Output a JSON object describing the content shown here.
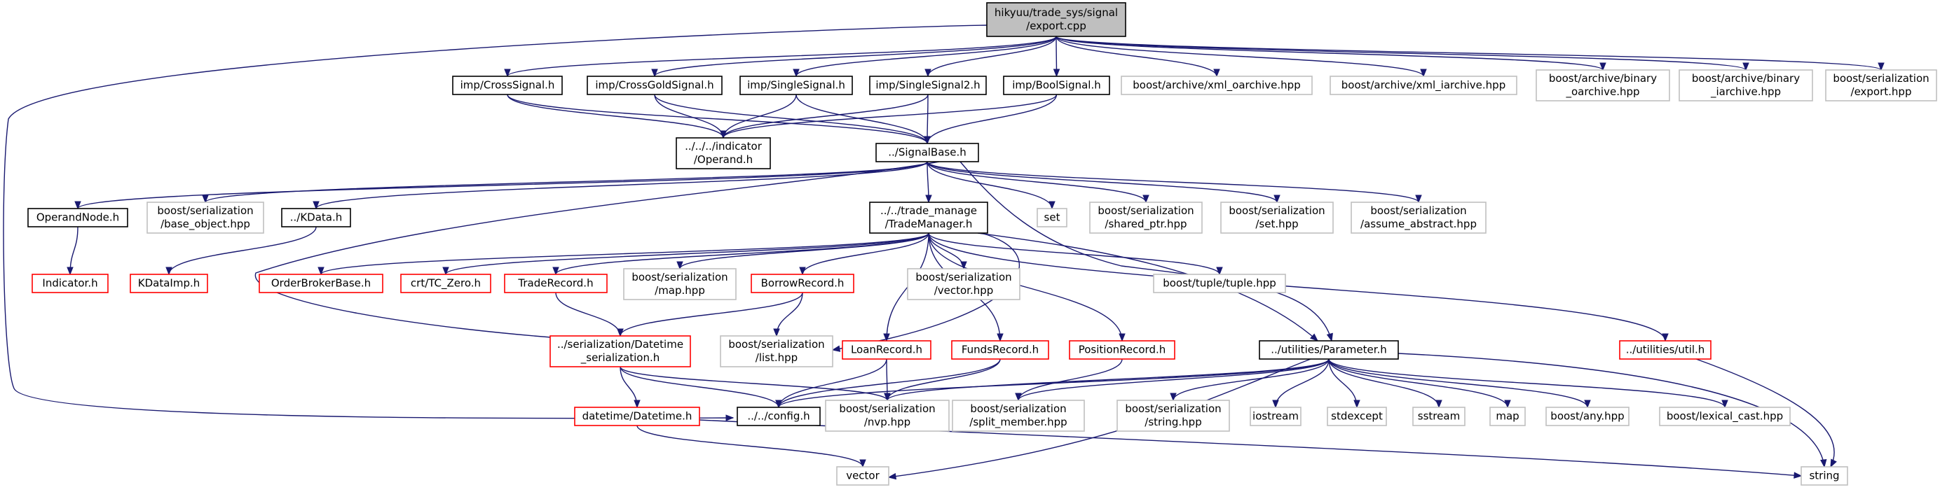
{
  "colors": {
    "edge": "#191970",
    "current_fill": "#bfbfbf",
    "internal": "#000000",
    "missing": "#ff0000",
    "external": "#bfbfbf"
  },
  "nodes": [
    {
      "id": "export",
      "lines": [
        "hikyuu/trade_sys/signal",
        "/export.cpp"
      ],
      "kind": "current"
    },
    {
      "id": "cross",
      "lines": [
        "imp/CrossSignal.h"
      ],
      "kind": "internal"
    },
    {
      "id": "crossgold",
      "lines": [
        "imp/CrossGoldSignal.h"
      ],
      "kind": "internal"
    },
    {
      "id": "single",
      "lines": [
        "imp/SingleSignal.h"
      ],
      "kind": "internal"
    },
    {
      "id": "single2",
      "lines": [
        "imp/SingleSignal2.h"
      ],
      "kind": "internal"
    },
    {
      "id": "bool",
      "lines": [
        "imp/BoolSignal.h"
      ],
      "kind": "internal"
    },
    {
      "id": "xmloar",
      "lines": [
        "boost/archive/xml_oarchive.hpp"
      ],
      "kind": "external"
    },
    {
      "id": "xmliar",
      "lines": [
        "boost/archive/xml_iarchive.hpp"
      ],
      "kind": "external"
    },
    {
      "id": "binoar",
      "lines": [
        "boost/archive/binary",
        "_oarchive.hpp"
      ],
      "kind": "external"
    },
    {
      "id": "biniar",
      "lines": [
        "boost/archive/binary",
        "_iarchive.hpp"
      ],
      "kind": "external"
    },
    {
      "id": "serexport",
      "lines": [
        "boost/serialization",
        "/export.hpp"
      ],
      "kind": "external"
    },
    {
      "id": "operand",
      "lines": [
        "../../../indicator",
        "/Operand.h"
      ],
      "kind": "internal"
    },
    {
      "id": "sigbase",
      "lines": [
        "../SignalBase.h"
      ],
      "kind": "internal"
    },
    {
      "id": "operandnode",
      "lines": [
        "OperandNode.h"
      ],
      "kind": "internal"
    },
    {
      "id": "baseobj",
      "lines": [
        "boost/serialization",
        "/base_object.hpp"
      ],
      "kind": "external"
    },
    {
      "id": "kdata",
      "lines": [
        "../KData.h"
      ],
      "kind": "internal"
    },
    {
      "id": "trademgr",
      "lines": [
        "../../trade_manage",
        "/TradeManager.h"
      ],
      "kind": "internal"
    },
    {
      "id": "set",
      "lines": [
        "set"
      ],
      "kind": "external"
    },
    {
      "id": "sharedptr",
      "lines": [
        "boost/serialization",
        "/shared_ptr.hpp"
      ],
      "kind": "external"
    },
    {
      "id": "serset",
      "lines": [
        "boost/serialization",
        "/set.hpp"
      ],
      "kind": "external"
    },
    {
      "id": "assumeabs",
      "lines": [
        "boost/serialization",
        "/assume_abstract.hpp"
      ],
      "kind": "external"
    },
    {
      "id": "indicator",
      "lines": [
        "Indicator.h"
      ],
      "kind": "missing"
    },
    {
      "id": "kdataimp",
      "lines": [
        "KDataImp.h"
      ],
      "kind": "missing"
    },
    {
      "id": "orderbroker",
      "lines": [
        "OrderBrokerBase.h"
      ],
      "kind": "missing"
    },
    {
      "id": "tczero",
      "lines": [
        "crt/TC_Zero.h"
      ],
      "kind": "missing"
    },
    {
      "id": "traderecord",
      "lines": [
        "TradeRecord.h"
      ],
      "kind": "missing"
    },
    {
      "id": "sermap",
      "lines": [
        "boost/serialization",
        "/map.hpp"
      ],
      "kind": "external"
    },
    {
      "id": "borrowrecord",
      "lines": [
        "BorrowRecord.h"
      ],
      "kind": "missing"
    },
    {
      "id": "servector",
      "lines": [
        "boost/serialization",
        "/vector.hpp"
      ],
      "kind": "external"
    },
    {
      "id": "tuple",
      "lines": [
        "boost/tuple/tuple.hpp"
      ],
      "kind": "external"
    },
    {
      "id": "datetimeser",
      "lines": [
        "../serialization/Datetime",
        "_serialization.h"
      ],
      "kind": "missing"
    },
    {
      "id": "serlist",
      "lines": [
        "boost/serialization",
        "/list.hpp"
      ],
      "kind": "external"
    },
    {
      "id": "loanrecord",
      "lines": [
        "LoanRecord.h"
      ],
      "kind": "missing"
    },
    {
      "id": "fundsrecord",
      "lines": [
        "FundsRecord.h"
      ],
      "kind": "missing"
    },
    {
      "id": "positionrecord",
      "lines": [
        "PositionRecord.h"
      ],
      "kind": "missing"
    },
    {
      "id": "parameter",
      "lines": [
        "../utilities/Parameter.h"
      ],
      "kind": "internal"
    },
    {
      "id": "utilh",
      "lines": [
        "../utilities/util.h"
      ],
      "kind": "missing"
    },
    {
      "id": "datetimeh",
      "lines": [
        "datetime/Datetime.h"
      ],
      "kind": "missing"
    },
    {
      "id": "config",
      "lines": [
        "../../config.h"
      ],
      "kind": "internal"
    },
    {
      "id": "nvp",
      "lines": [
        "boost/serialization",
        "/nvp.hpp"
      ],
      "kind": "external"
    },
    {
      "id": "splitmember",
      "lines": [
        "boost/serialization",
        "/split_member.hpp"
      ],
      "kind": "external"
    },
    {
      "id": "serstring",
      "lines": [
        "boost/serialization",
        "/string.hpp"
      ],
      "kind": "external"
    },
    {
      "id": "iostream",
      "lines": [
        "iostream"
      ],
      "kind": "external"
    },
    {
      "id": "stdexcept",
      "lines": [
        "stdexcept"
      ],
      "kind": "external"
    },
    {
      "id": "sstream",
      "lines": [
        "sstream"
      ],
      "kind": "external"
    },
    {
      "id": "map",
      "lines": [
        "map"
      ],
      "kind": "external"
    },
    {
      "id": "boostany",
      "lines": [
        "boost/any.hpp"
      ],
      "kind": "external"
    },
    {
      "id": "lexicalcast",
      "lines": [
        "boost/lexical_cast.hpp"
      ],
      "kind": "external"
    },
    {
      "id": "vector",
      "lines": [
        "vector"
      ],
      "kind": "external"
    },
    {
      "id": "string",
      "lines": [
        "string"
      ],
      "kind": "external"
    }
  ],
  "edges": [
    [
      "export",
      "cross"
    ],
    [
      "export",
      "crossgold"
    ],
    [
      "export",
      "single"
    ],
    [
      "export",
      "single2"
    ],
    [
      "export",
      "bool"
    ],
    [
      "export",
      "xmloar"
    ],
    [
      "export",
      "xmliar"
    ],
    [
      "export",
      "binoar"
    ],
    [
      "export",
      "biniar"
    ],
    [
      "export",
      "serexport"
    ],
    [
      "export",
      "config"
    ],
    [
      "cross",
      "operand"
    ],
    [
      "cross",
      "sigbase"
    ],
    [
      "crossgold",
      "operand"
    ],
    [
      "crossgold",
      "sigbase"
    ],
    [
      "single",
      "operand"
    ],
    [
      "single",
      "sigbase"
    ],
    [
      "single2",
      "operand"
    ],
    [
      "single2",
      "sigbase"
    ],
    [
      "bool",
      "operand"
    ],
    [
      "bool",
      "sigbase"
    ],
    [
      "sigbase",
      "operandnode"
    ],
    [
      "sigbase",
      "baseobj"
    ],
    [
      "sigbase",
      "kdata"
    ],
    [
      "sigbase",
      "trademgr"
    ],
    [
      "sigbase",
      "set"
    ],
    [
      "sigbase",
      "sharedptr"
    ],
    [
      "sigbase",
      "serset"
    ],
    [
      "sigbase",
      "assumeabs"
    ],
    [
      "sigbase",
      "datetimeser"
    ],
    [
      "sigbase",
      "parameter"
    ],
    [
      "operandnode",
      "indicator"
    ],
    [
      "kdata",
      "kdataimp"
    ],
    [
      "trademgr",
      "orderbroker"
    ],
    [
      "trademgr",
      "tczero"
    ],
    [
      "trademgr",
      "traderecord"
    ],
    [
      "trademgr",
      "sermap"
    ],
    [
      "trademgr",
      "borrowrecord"
    ],
    [
      "trademgr",
      "servector"
    ],
    [
      "trademgr",
      "tuple"
    ],
    [
      "trademgr",
      "loanrecord"
    ],
    [
      "trademgr",
      "fundsrecord"
    ],
    [
      "trademgr",
      "positionrecord"
    ],
    [
      "trademgr",
      "parameter"
    ],
    [
      "trademgr",
      "utilh"
    ],
    [
      "trademgr",
      "serlist"
    ],
    [
      "traderecord",
      "datetimeser"
    ],
    [
      "borrowrecord",
      "datetimeser"
    ],
    [
      "borrowrecord",
      "serlist"
    ],
    [
      "datetimeser",
      "datetimeh"
    ],
    [
      "datetimeser",
      "config"
    ],
    [
      "datetimeser",
      "nvp"
    ],
    [
      "datetimeh",
      "vector"
    ],
    [
      "datetimeh",
      "string"
    ],
    [
      "loanrecord",
      "config"
    ],
    [
      "loanrecord",
      "nvp"
    ],
    [
      "fundsrecord",
      "config"
    ],
    [
      "fundsrecord",
      "nvp"
    ],
    [
      "positionrecord",
      "splitmember"
    ],
    [
      "parameter",
      "config"
    ],
    [
      "parameter",
      "nvp"
    ],
    [
      "parameter",
      "splitmember"
    ],
    [
      "parameter",
      "serstring"
    ],
    [
      "parameter",
      "iostream"
    ],
    [
      "parameter",
      "stdexcept"
    ],
    [
      "parameter",
      "sstream"
    ],
    [
      "parameter",
      "map"
    ],
    [
      "parameter",
      "boostany"
    ],
    [
      "parameter",
      "lexicalcast"
    ],
    [
      "parameter",
      "vector"
    ],
    [
      "parameter",
      "string"
    ],
    [
      "utilh",
      "string"
    ]
  ]
}
